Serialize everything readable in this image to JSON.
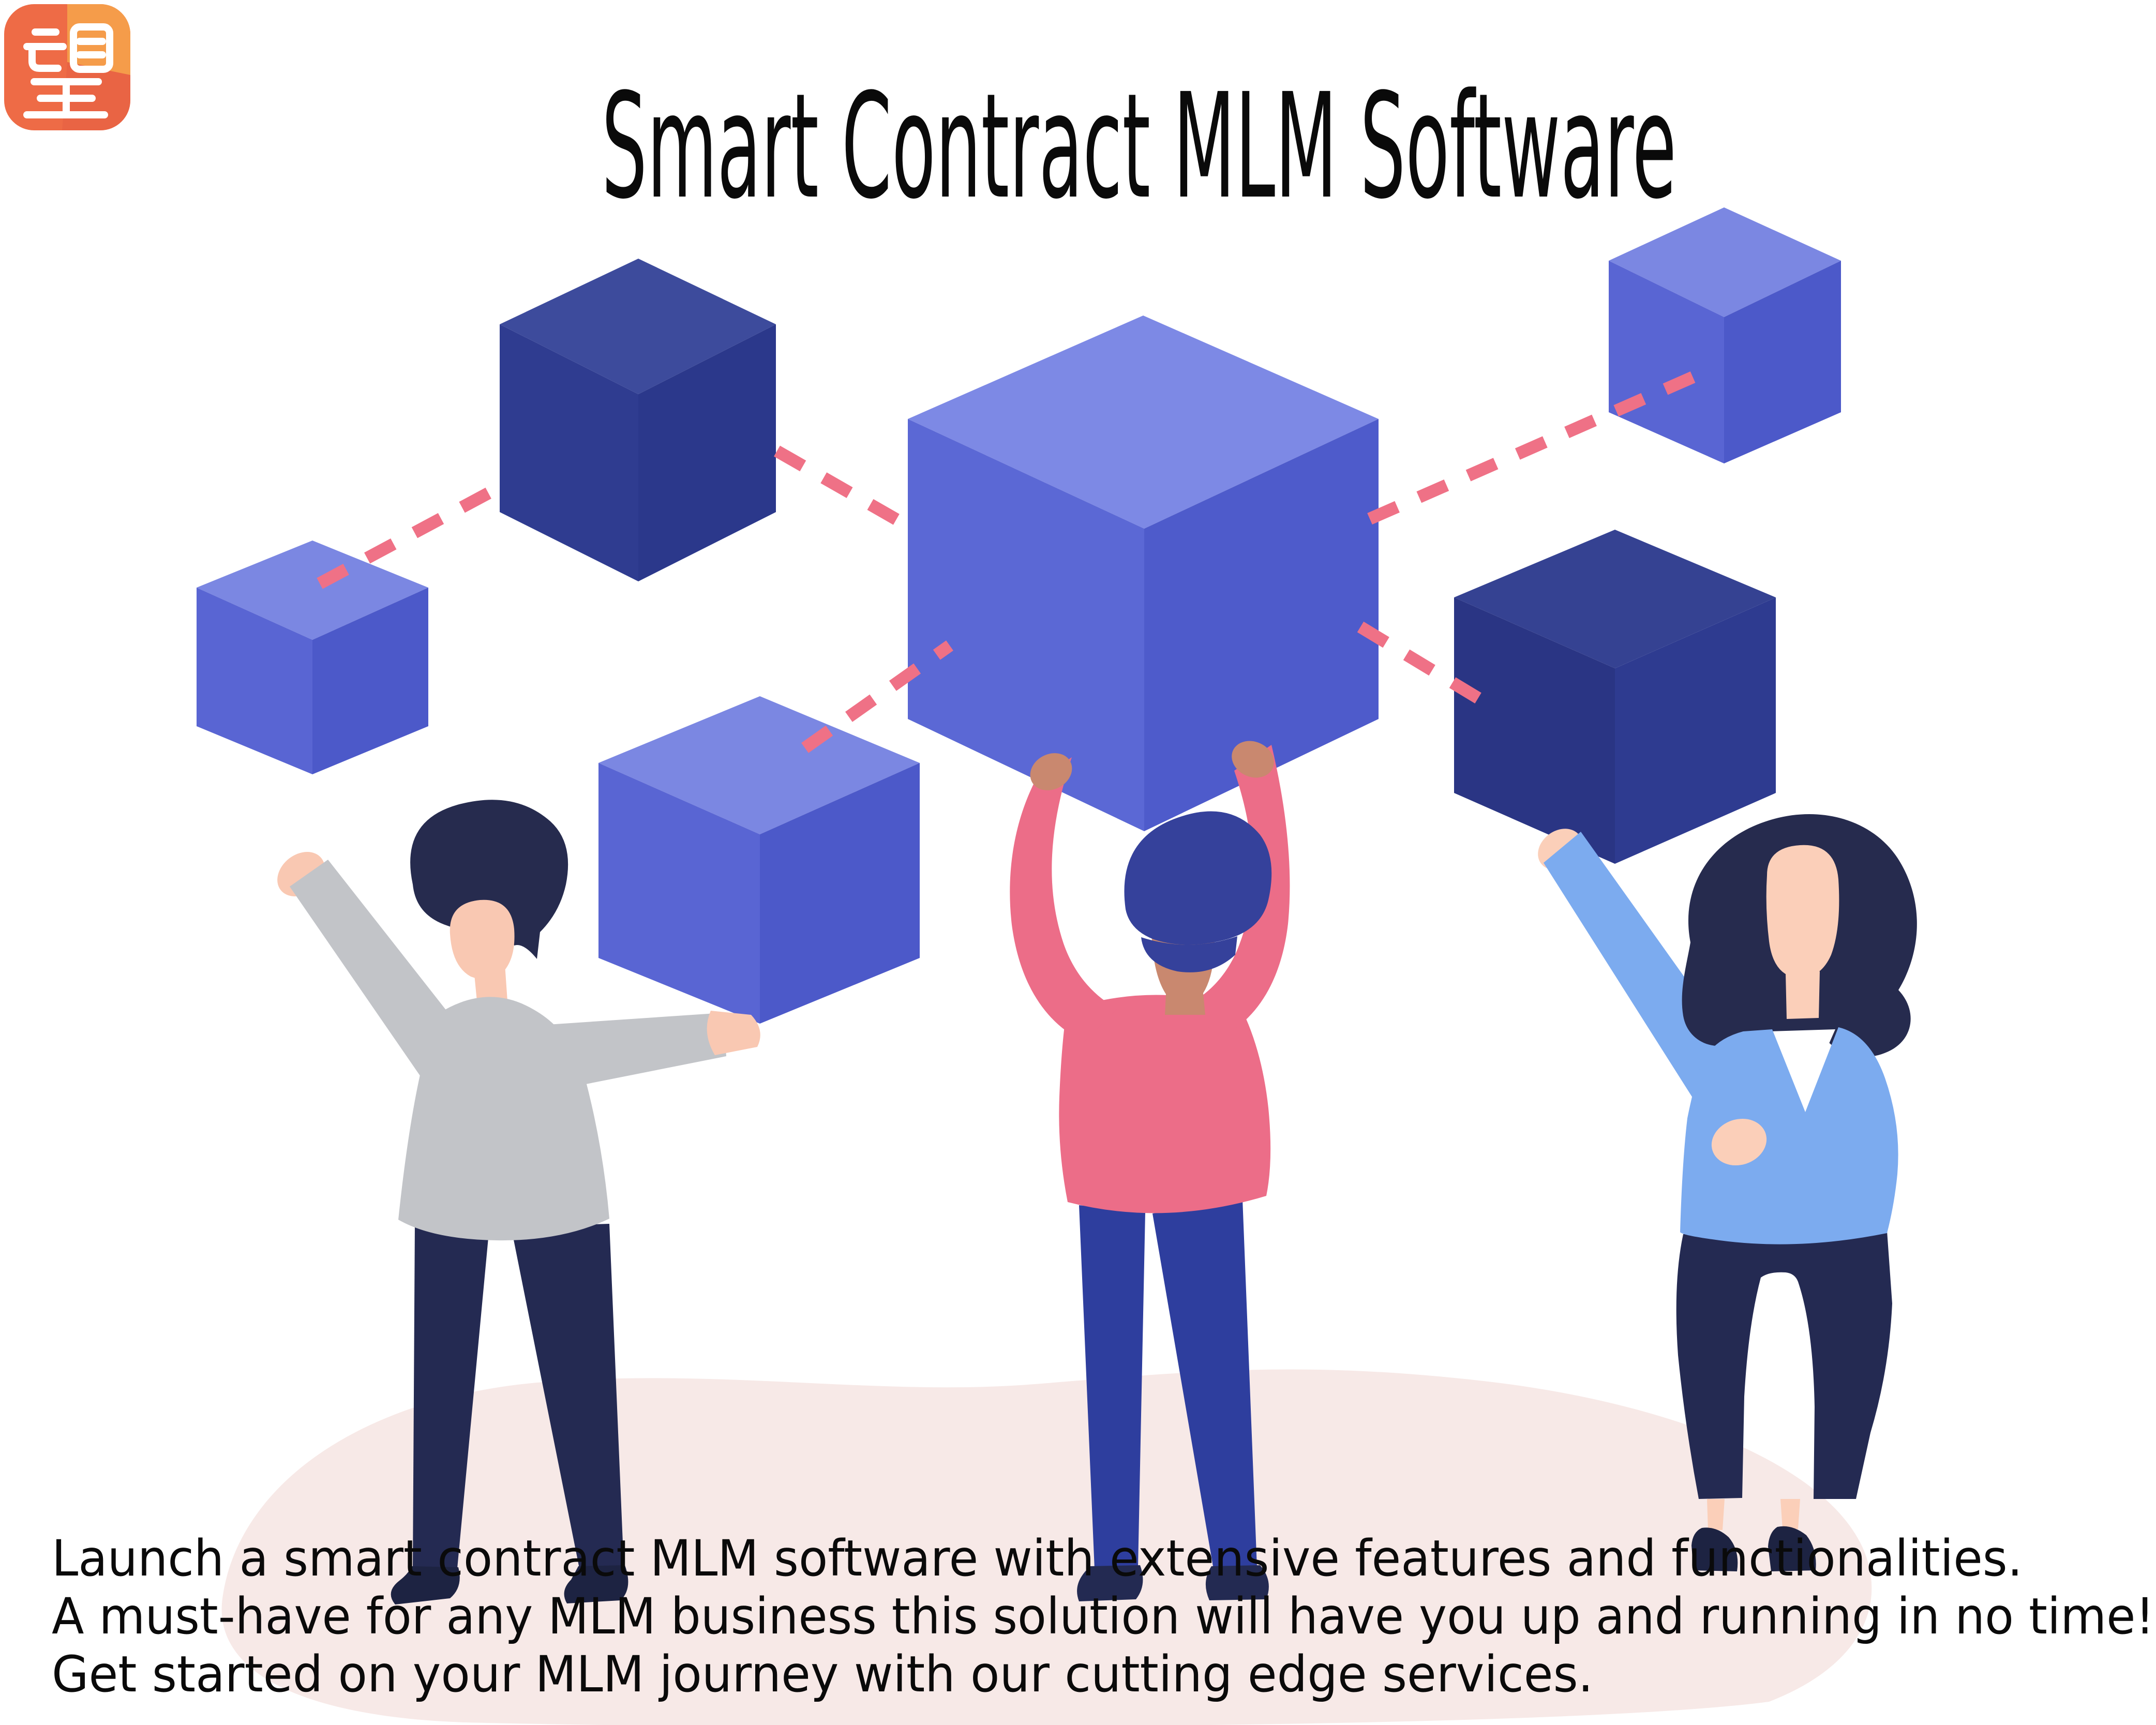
{
  "header": {
    "title": "Smart Contract MLM Software"
  },
  "logo": {
    "icon_name": "wang-app-logo-icon",
    "glyph": "望",
    "colors": {
      "base": "#ee6b46",
      "light_quadrant": "#f59c4a",
      "deep_quadrant": "#e55f43",
      "glyph": "#ffffff"
    }
  },
  "footer": {
    "lines": [
      "Launch a smart contract MLM software with extensive features and functionalities.",
      "A must-have for any MLM business this solution will have you up and running in no time!",
      "Get started on your MLM journey with our cutting edge services."
    ]
  },
  "illustration": {
    "description": "Three people holding isometric blockchain cubes connected by pink dashed links",
    "cubes": [
      "cube-top-left-dark",
      "cube-left-small",
      "cube-center-large",
      "cube-held-by-left-person",
      "cube-top-right-small",
      "cube-right-dark"
    ],
    "people": [
      "person-gray-sweater",
      "person-pink-sweater",
      "person-blue-top"
    ],
    "colors": {
      "cube_medium_top": "#7b87e2",
      "cube_medium_left": "#5965d3",
      "cube_medium_right": "#4c59c9",
      "cube_dark_top": "#3d4b9c",
      "cube_dark_left": "#2f3c90",
      "cube_dark_right": "#2b388b",
      "dash_link": "#ef7186",
      "ground_blob": "#f7e9e7",
      "gray_sweater": "#c2c4c8",
      "pink_sweater": "#ec6d88",
      "blue_top": "#7cabef",
      "navy_pants": "#242a52",
      "royal_pants": "#2e3e9e",
      "skin_light": "#f9c8b2",
      "skin_tan": "#c9886f",
      "skin_peach": "#fbcfb9",
      "hair_navy": "#262b4e",
      "hair_indigo": "#35419b"
    }
  }
}
